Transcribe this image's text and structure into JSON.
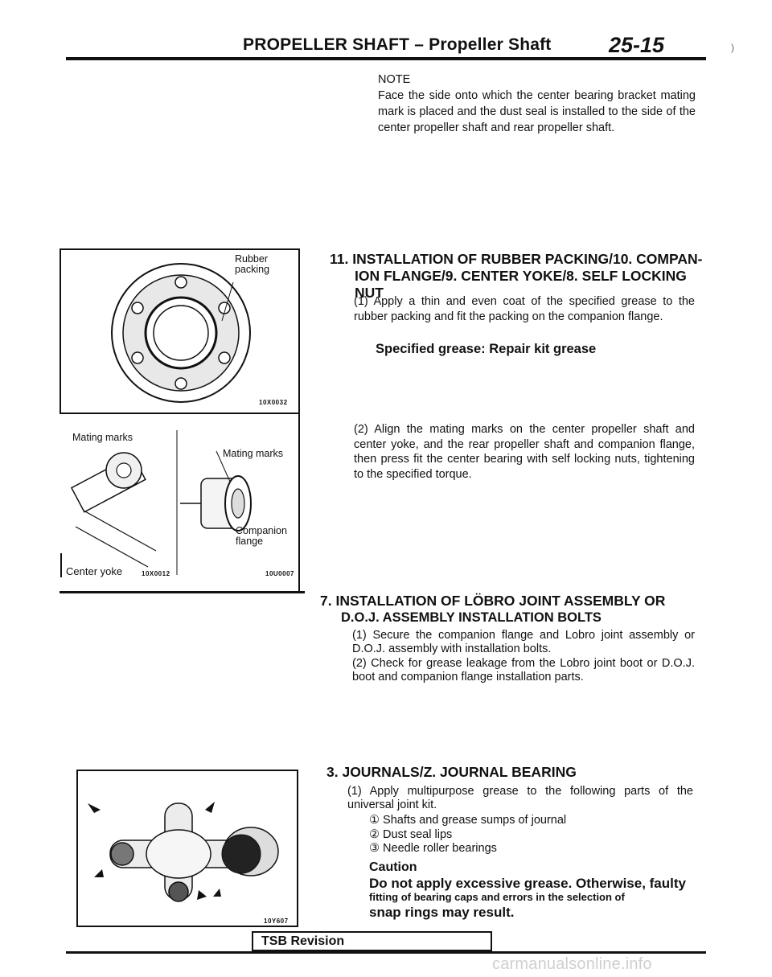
{
  "header": {
    "title": "PROPELLER SHAFT – Propeller Shaft",
    "page_number": "25-15",
    "margin_mark": ")"
  },
  "note": {
    "label": "NOTE",
    "text": "Face the side onto which the center bearing bracket mating mark is placed and the dust seal is installed to the side of the center propeller shaft and rear propeller shaft."
  },
  "figure1": {
    "label_rubber": "Rubber",
    "label_packing": "packing",
    "code": "10X0032"
  },
  "figure2": {
    "label_mating_left": "Mating marks",
    "label_mating_right": "Mating marks",
    "label_companion": "Companion",
    "label_flange": "flange",
    "label_center_yoke": "Center yoke",
    "code_left": "10X0012",
    "code_right": "10U0007"
  },
  "figure3": {
    "code": "10Y607"
  },
  "section11": {
    "heading_line1": "11. INSTALLATION OF RUBBER PACKING/10. COMPAN-",
    "heading_line2": "ION FLANGE/9. CENTER YOKE/8. SELF LOCKING",
    "heading_line3": "NUT",
    "step1": "(1) Apply a thin and even coat of the specified grease to the rubber packing and fit the packing on the companion flange.",
    "spec": "Specified grease: Repair kit grease",
    "step2": "(2) Align the mating marks on the center propeller shaft and center yoke, and the rear propeller shaft and companion flange, then press fit the center bearing with self locking nuts, tightening to the specified torque."
  },
  "section7": {
    "heading_line1": "7. INSTALLATION OF LÖBRO JOINT ASSEMBLY OR",
    "heading_line2": "D.O.J. ASSEMBLY INSTALLATION BOLTS",
    "step1": "(1) Secure the companion flange and Lobro joint assembly or D.O.J. assembly with installation bolts.",
    "step2": "(2) Check for grease leakage from the Lobro joint boot or D.O.J. boot and companion flange installation parts."
  },
  "section3": {
    "heading": "3. JOURNALS/Z. JOURNAL BEARING",
    "step1": "(1) Apply multipurpose grease to the following parts of the universal joint kit.",
    "item1": "① Shafts and grease sumps of journal",
    "item2": "② Dust seal lips",
    "item3": "③ Needle roller bearings",
    "caution_label": "Caution",
    "caution_line1": "Do not apply excessive grease. Otherwise, faulty",
    "caution_line2": "fitting of bearing caps and errors in the selection of",
    "caution_line3": "snap rings may result."
  },
  "footer": {
    "tsb": "TSB Revision",
    "watermark": "carmanualsonline.info"
  }
}
